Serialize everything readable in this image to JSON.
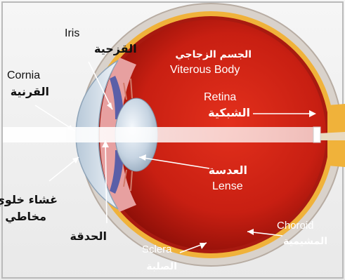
{
  "labels": {
    "iris_en": "Iris",
    "iris_ar": "القزحية",
    "cornia_en": "Cornia",
    "cornia_ar": "القرنية",
    "vitreous_ar": "الجسم الزجاجي",
    "vitreous_en": "Viterous Body",
    "retina_en": "Retina",
    "retina_ar": "الشبكية",
    "lense_ar": "العدسة",
    "lense_en": "Lense",
    "mucous_ar_1": "غشاء خلوي",
    "mucous_ar_2": "مخاطي",
    "pupil_ar": "الحدقة",
    "choroid_en": "Choroid",
    "choroid_ar": "المشيمية",
    "sclera_en": "Sclera",
    "sclera_ar": "الصلبة"
  },
  "colors": {
    "background": "#f3f3f3",
    "sclera": "#d9d2cb",
    "choroid": "#f0b23a",
    "vitreous": "#c81f12",
    "label_dark": "#111111",
    "label_light": "#ffffff",
    "pointer": "#ffffff"
  }
}
